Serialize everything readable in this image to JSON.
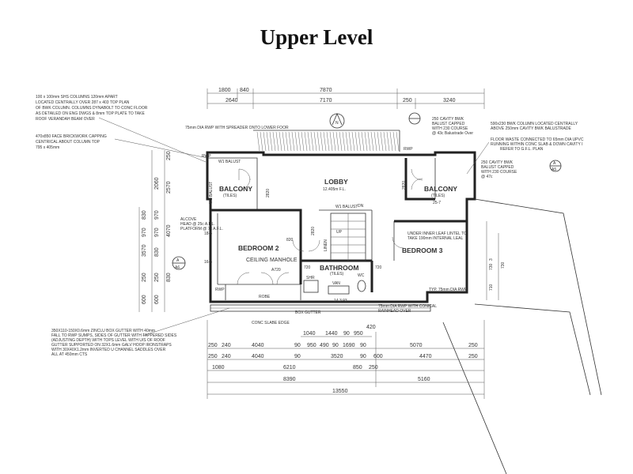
{
  "title": "Upper Level",
  "rooms": {
    "lobby": "LOBBY",
    "lobby_fl": "12.405m F.L.",
    "balcony": "BALCONY",
    "tiles": "(TILES)",
    "bedroom2": "BEDROOM 2",
    "bedroom3": "BEDROOM 3",
    "bathroom": "BATHROOM",
    "ceiling_manhole": "CEILING MANHOLE",
    "robe": "ROBE",
    "shr": "SHR",
    "van": "VAN",
    "wc": "WC",
    "linen": "LINEN",
    "up": "UP",
    "dn": "DN",
    "w1_balust": "W1 BALUST",
    "w1_balust_v": "W1 BALUST"
  },
  "notes": {
    "columns": [
      "100 x 100mm SHS COLUMNS 120mm APART",
      "LOCATED CENTRALLY OVER 287 x 403 TOP PLAN",
      "OF BWK COLUMN. COLUMNS DYNABOLT TO CONC FLOOR",
      "AS DETAILED ON ENG DWGS & 8mm TOP PLATE TO TAKE",
      "ROOF VERANDAH BEAM OVER"
    ],
    "facebrick": [
      "470x850 FACE BRICKWORK CAPPING",
      "CENTRICAL ABOUT COLUMN TOP",
      "795 x 405mm"
    ],
    "rwp75": "75mm DIA RWP WITH SPREADER ONTO LOWER FOOR",
    "cavity_right": [
      "250 CAVITY BWK",
      "BALUST CAPPED",
      "WITH 230 COURSE",
      "@ 43c Balustrade Over"
    ],
    "column_right": [
      "590x230 BWK COLUMN LOCATED CENTRALLY",
      "ABOVE 250mm CAVITY BWK BALUSTRADE"
    ],
    "floor_waste": [
      "FLOOR WASTE CONNECTED TO 65mm DIA UPVC",
      "RUNNING WITHIN CONC SLAB & DOWN CAVITY I",
      "REFER TO G.F.L. PLAN"
    ],
    "cavity_right2": [
      "250 CAVITY BWK",
      "BALUST CAPPED",
      "WITH 230 COURSE",
      "@ 47c"
    ],
    "alcove": [
      "ALCOVE",
      "HEAD @ 25c A.F.L.",
      "PLATFORM @ 7c A.F.L."
    ],
    "under_leaf": [
      "UNDER INNER LEAF LINTEL TO",
      "TAKE 190mm INTERNAL LEAL"
    ],
    "typ_rwp": "TYP. 75mm DIA RWP",
    "conical": [
      "75mm DIA RWP WITH CONICAL",
      "RAINHEAD OVER"
    ],
    "box_gutter": "BOX GUTTER",
    "conc_slab": "CONC SLABE EDGE",
    "gutter_note": [
      "350X110-150X0.6mm ZINCLU BOX GUTTER WITH 40mm",
      "FALL TO RWP SUMPS, SIDES OF GUTTER WITH TAPPERED SIDES",
      "(ADJUSTING DEPTH) WITH TOPS LEVEL WITH U/S OF ROOF",
      "GUTTER SUPPORTED ON 32X1.6mm GALV HOOP IRONSTRAPS",
      "WITH 30X40X1.2mm INVERTED U CHANNEL SADDLES OVER",
      "ALL AT 450mm CTS"
    ],
    "rwp_left": "RWP",
    "rwp_top": "RWP",
    "rwp_bottom": "RWP",
    "level_vanity": "14.3 93"
  },
  "dims": {
    "top_row1": [
      "1800",
      "840",
      "7870"
    ],
    "top_row2": [
      "2640",
      "7170",
      "250",
      "3240"
    ],
    "left_col": [
      "250",
      "2060",
      "2570",
      "830",
      "970",
      "970",
      "970",
      "4070",
      "3570",
      "830",
      "250",
      "250",
      "830",
      "600",
      "600"
    ],
    "bottom_row1": [
      "1040",
      "1440",
      "90",
      "950",
      "420"
    ],
    "bottom_row2": [
      "250",
      "240",
      "4040",
      "90",
      "950",
      "490",
      "90",
      "1690",
      "90",
      "5070",
      "250"
    ],
    "bottom_row3": [
      "250",
      "240",
      "4040",
      "90",
      "3520",
      "90",
      "600",
      "4470",
      "250"
    ],
    "bottom_row4": [
      "1080",
      "6210",
      "850",
      "250"
    ],
    "bottom_row5": [
      "8390",
      "5160"
    ],
    "bottom_row6": [
      "13550"
    ],
    "right_col": [
      "730",
      "730",
      "710",
      "3"
    ],
    "interior": [
      "2820",
      "820",
      "2820",
      "720",
      "720",
      "2820",
      "A720",
      "25-7",
      "18-6",
      "16-6"
    ]
  },
  "markers": {
    "section_a": "A",
    "section_num": "A5",
    "section_a6": "A6",
    "north": "N"
  }
}
